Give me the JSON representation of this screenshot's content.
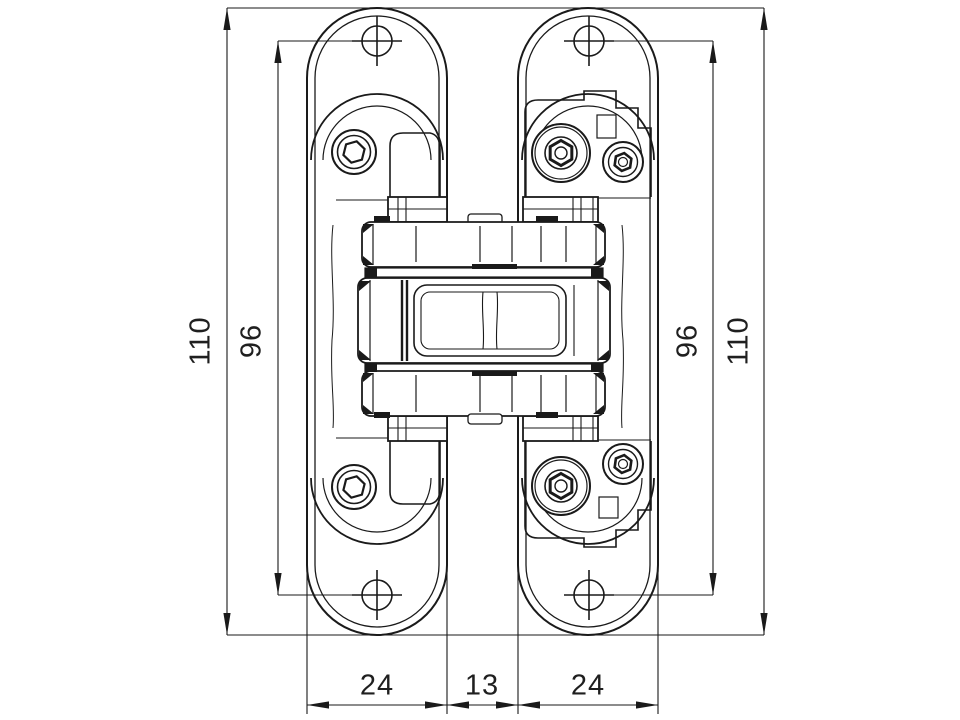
{
  "dims": {
    "left_outer": "110",
    "left_inner": "96",
    "right_inner": "96",
    "right_outer": "110",
    "bottom_left": "24",
    "bottom_center": "13",
    "bottom_right": "24"
  },
  "colors": {
    "line": "#1a1a1a",
    "background": "#ffffff"
  }
}
